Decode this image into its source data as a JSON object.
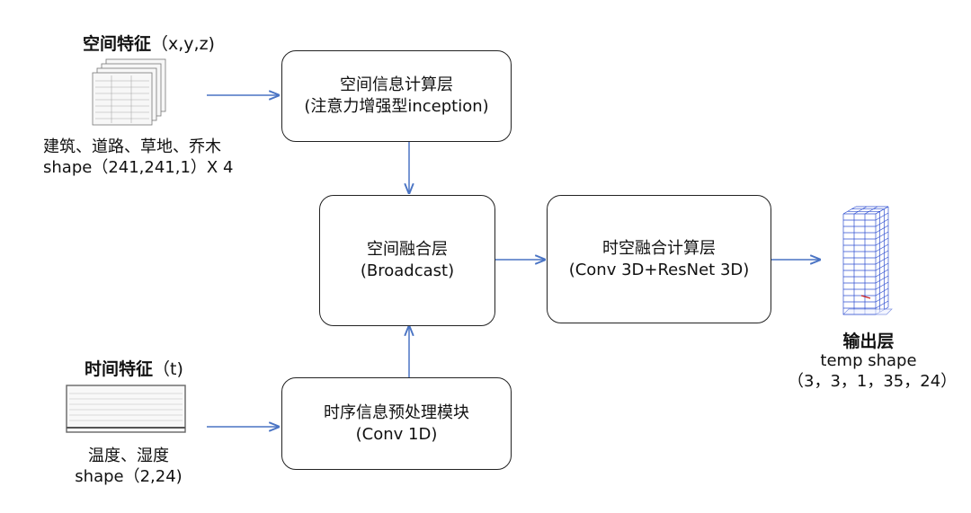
{
  "spatial_feature": {
    "title": "空间特征",
    "coords": "（x,y,z)",
    "caption_line1": "建筑、道路、草地、乔木",
    "caption_line2": "shape（241,241,1）X 4"
  },
  "temporal_feature": {
    "title": "时间特征",
    "coords": "（t)",
    "caption_line1": "温度、湿度",
    "caption_line2": "shape（2,24)"
  },
  "boxes": {
    "spatial_info": {
      "line1": "空间信息计算层",
      "line2": "(注意力增强型inception)"
    },
    "spatial_fusion": {
      "line1": "空间融合层",
      "line2": "(Broadcast)"
    },
    "temporal_preprocess": {
      "line1": "时序信息预处理模块",
      "line2": "(Conv 1D)"
    },
    "spatiotemporal": {
      "line1": "时空融合计算层",
      "line2": "(Conv 3D+ResNet 3D)"
    }
  },
  "output": {
    "title": "输出层",
    "line1": "temp shape",
    "line2": "（3，3，1，35，24）"
  },
  "colors": {
    "arrow": "#4a74c4",
    "grid": "#2f4fd0"
  }
}
